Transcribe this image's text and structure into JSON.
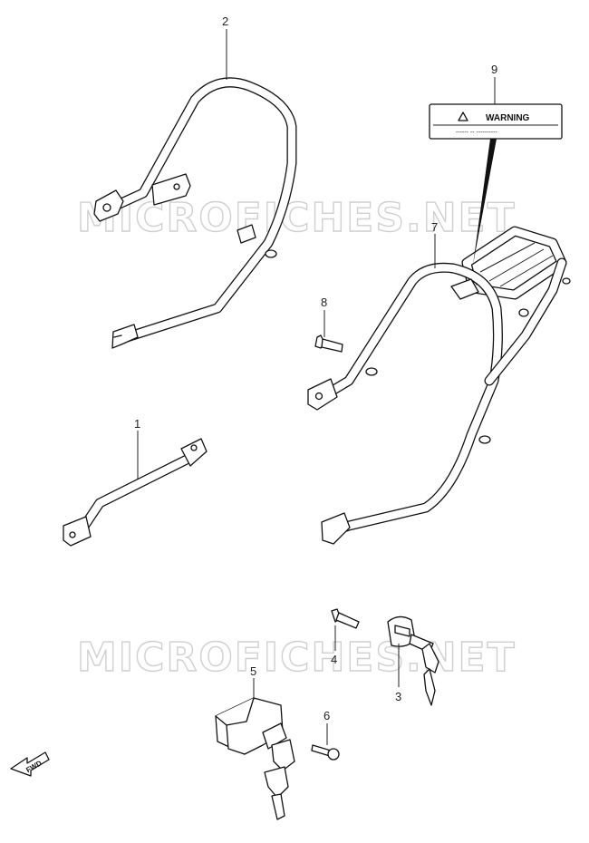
{
  "watermark": {
    "text": "MICROFICHES.NET"
  },
  "callouts": {
    "c1": "1",
    "c2": "2",
    "c3": "3",
    "c4": "4",
    "c5": "5",
    "c6": "6",
    "c7": "7",
    "c8": "8",
    "c9": "9"
  },
  "warning_label": {
    "title": "WARNING",
    "icon": "warning-triangle-icon",
    "subtext": "------ -- ----------"
  },
  "fwd_arrow": {
    "text": "FWD",
    "icon": "forward-arrow-icon"
  }
}
